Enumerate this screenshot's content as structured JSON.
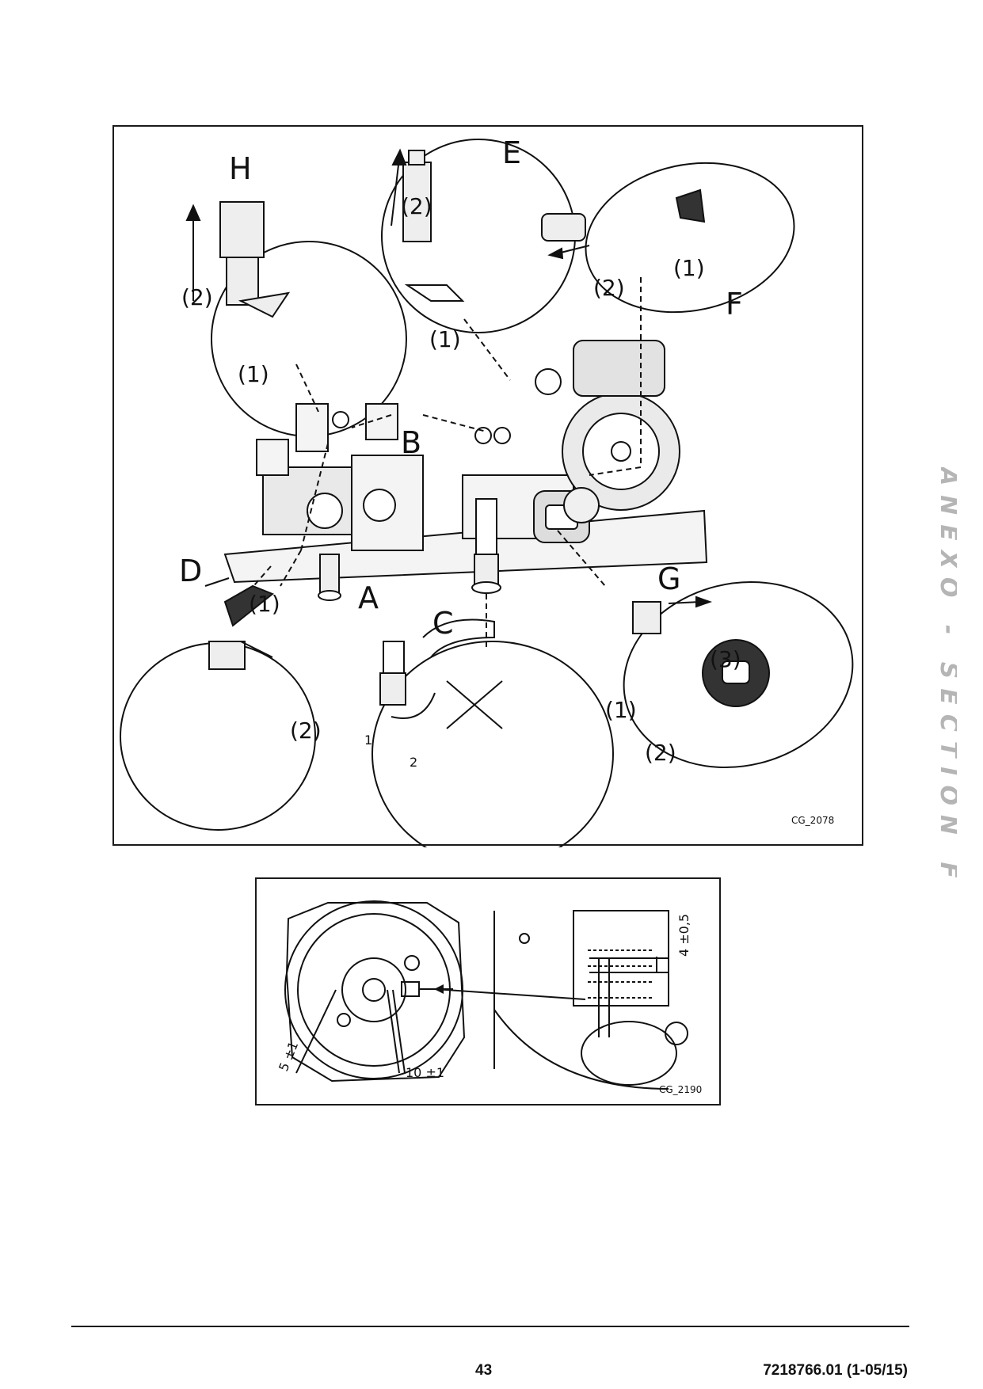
{
  "figure1": {
    "code": "CG_2078",
    "labels": {
      "A": "A",
      "B": "B",
      "C": "C",
      "D": "D",
      "E": "E",
      "F": "F",
      "G": "G",
      "H": "H"
    },
    "steps": {
      "s1": "(1)",
      "s2": "(2)",
      "s3": "(3)",
      "n1": "1",
      "n2": "2"
    }
  },
  "figure2": {
    "code": "CG_2190",
    "dims": {
      "d5": "5 ±1",
      "d10": "10 ±1",
      "d4": "4 ±0,5"
    }
  },
  "side_title": "ANEXO - SECTION F",
  "footer": {
    "page": "43",
    "doc_ref": "7218766.01 (1-05/15)"
  }
}
